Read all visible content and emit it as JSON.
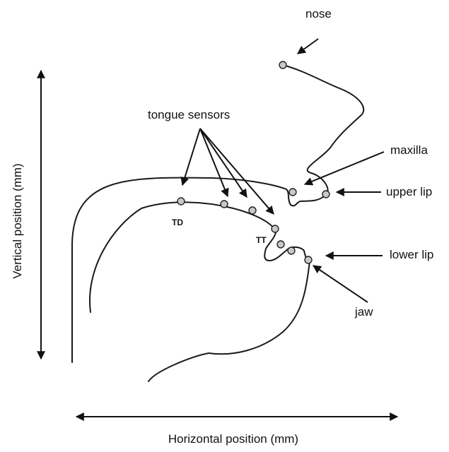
{
  "labels": {
    "nose": "nose",
    "tongue_sensors": "tongue sensors",
    "maxilla": "maxilla",
    "upper_lip": "upper lip",
    "lower_lip": "lower lip",
    "jaw": "jaw",
    "td": "TD",
    "tt": "TT"
  },
  "axes": {
    "x_label": "Horizontal position (mm)",
    "y_label": "Vertical position (mm)"
  },
  "colors": {
    "line": "#1a1a1a",
    "sensor_fill": "#c8c8c8"
  }
}
